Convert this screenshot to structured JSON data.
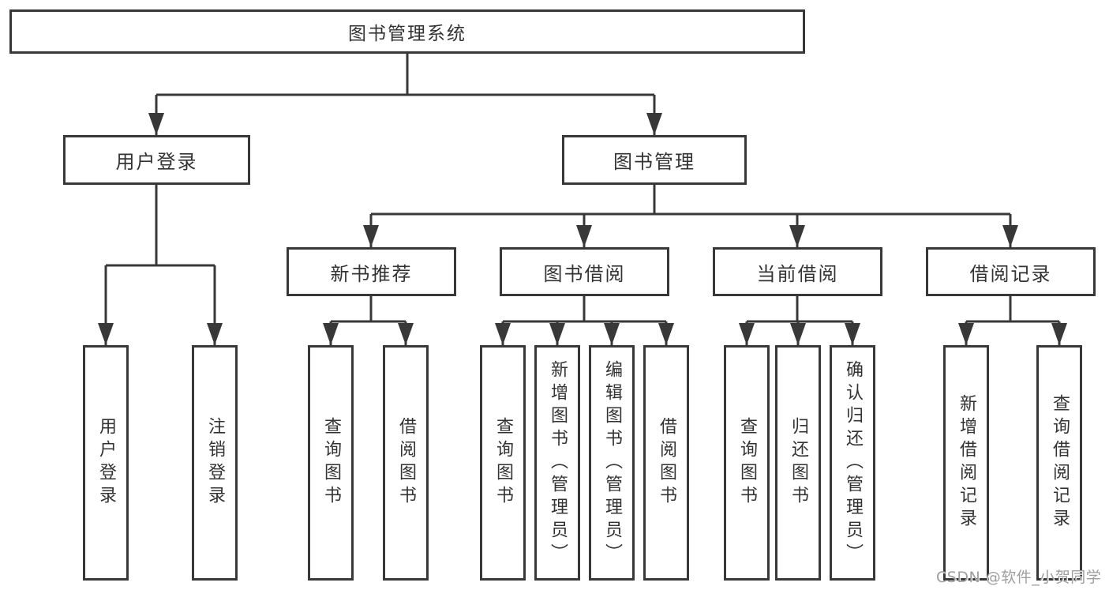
{
  "tree": {
    "root": {
      "label": "图书管理系统",
      "children": [
        {
          "label": "用户登录",
          "children": [
            {
              "label": "用户登录"
            },
            {
              "label": "注销登录"
            }
          ]
        },
        {
          "label": "图书管理",
          "children": [
            {
              "label": "新书推荐",
              "children": [
                {
                  "label": "查询图书"
                },
                {
                  "label": "借阅图书"
                }
              ]
            },
            {
              "label": "图书借阅",
              "children": [
                {
                  "label": "查询图书"
                },
                {
                  "label": "新增图书（管理员）"
                },
                {
                  "label": "编辑图书（管理员）"
                },
                {
                  "label": "借阅图书"
                }
              ]
            },
            {
              "label": "当前借阅",
              "children": [
                {
                  "label": "查询图书"
                },
                {
                  "label": "归还图书"
                },
                {
                  "label": "确认归还（管理员）"
                }
              ]
            },
            {
              "label": "借阅记录",
              "children": [
                {
                  "label": "新增借阅记录"
                },
                {
                  "label": "查询借阅记录"
                }
              ]
            }
          ]
        }
      ]
    }
  },
  "watermark": {
    "text": "CSDN @软件_小贺同学"
  },
  "colors": {
    "line": "#383838",
    "text": "#333333",
    "watermark": "#9e9e9e"
  }
}
